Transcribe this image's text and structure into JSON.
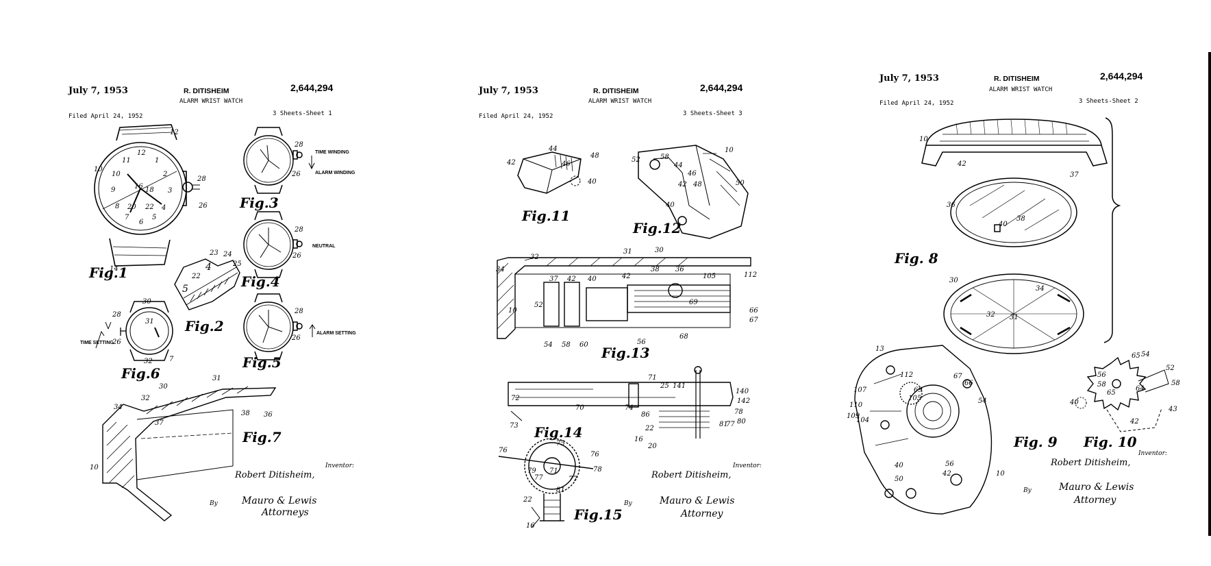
{
  "sheets": [
    {
      "date": "July 7, 1953",
      "inventor": "R. DITISHEIM",
      "patent_no": "2,644,294",
      "title": "ALARM WRIST WATCH",
      "filed": "Filed April 24, 1952",
      "sheets": "3 Sheets-Sheet 1",
      "figures": [
        "Fig.1",
        "Fig.2",
        "Fig.3",
        "Fig.4",
        "Fig.5",
        "Fig.6",
        "Fig.7"
      ],
      "labels": {
        "time_winding": "TIME WINDING",
        "alarm_winding": "ALARM WINDING",
        "neutral": "NEUTRAL",
        "alarm_setting": "ALARM SETTING",
        "time_setting": "TIME SETTING"
      },
      "inventor_label": "Inventor:",
      "inventor_name": "Robert Ditisheim,",
      "by": "By",
      "attorney": "Mauro & Lewis",
      "attorneys_label": "Attorneys"
    },
    {
      "date": "July 7, 1953",
      "inventor": "R. DITISHEIM",
      "patent_no": "2,644,294",
      "title": "ALARM WRIST WATCH",
      "filed": "Filed April 24, 1952",
      "sheets": "3 Sheets-Sheet 3",
      "figures": [
        "Fig.11",
        "Fig.12",
        "Fig.13",
        "Fig.14",
        "Fig.15"
      ],
      "inventor_label": "Inventor:",
      "inventor_name": "Robert Ditisheim,",
      "by": "By",
      "attorney": "Mauro & Lewis",
      "attorneys_label": "Attorney"
    },
    {
      "date": "July 7, 1953",
      "inventor": "R. DITISHEIM",
      "patent_no": "2,644,294",
      "title": "ALARM WRIST WATCH",
      "filed": "Filed April 24, 1952",
      "sheets": "3 Sheets-Sheet 2",
      "figures": [
        "Fig. 8",
        "Fig. 9",
        "Fig. 10"
      ],
      "inventor_label": "Inventor:",
      "inventor_name": "Robert Ditisheim,",
      "by": "By",
      "attorney": "Mauro & Lewis",
      "attorneys_label": "Attorney"
    }
  ],
  "colors": {
    "ink": "#000000",
    "paper": "#ffffff"
  }
}
